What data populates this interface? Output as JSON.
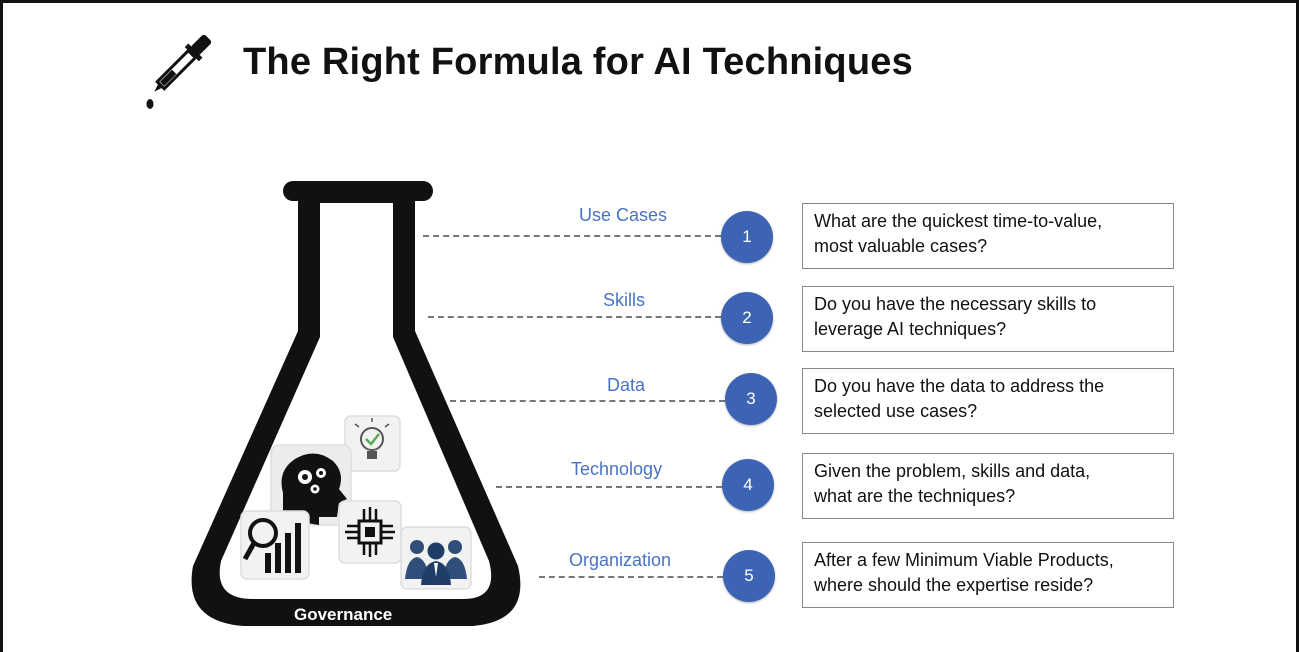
{
  "title": "The Right Formula for AI Techniques",
  "flask_base_label": "Governance",
  "stages": [
    {
      "label": "Use Cases",
      "number": "1",
      "question": [
        "What are the quickest time-to-value,",
        "most valuable cases?"
      ]
    },
    {
      "label": "Skills",
      "number": "2",
      "question": [
        "Do you have the necessary skills to",
        "leverage AI techniques?"
      ]
    },
    {
      "label": "Data",
      "number": "3",
      "question": [
        "Do you have the data to address the",
        "selected use cases?"
      ]
    },
    {
      "label": "Technology",
      "number": "4",
      "question": [
        "Given the problem, skills and data,",
        "what are the techniques?"
      ]
    },
    {
      "label": "Organization",
      "number": "5",
      "question": [
        "After a few Minimum Viable Products,",
        "where should the expertise reside?"
      ]
    }
  ],
  "icons": [
    "dropper-icon",
    "lightbulb-check-icon",
    "brain-gears-icon",
    "magnifier-chart-icon",
    "circuit-chip-icon",
    "team-people-icon"
  ],
  "colors": {
    "accent": "#3d64b4",
    "label": "#4a72c4",
    "text": "#111111"
  }
}
